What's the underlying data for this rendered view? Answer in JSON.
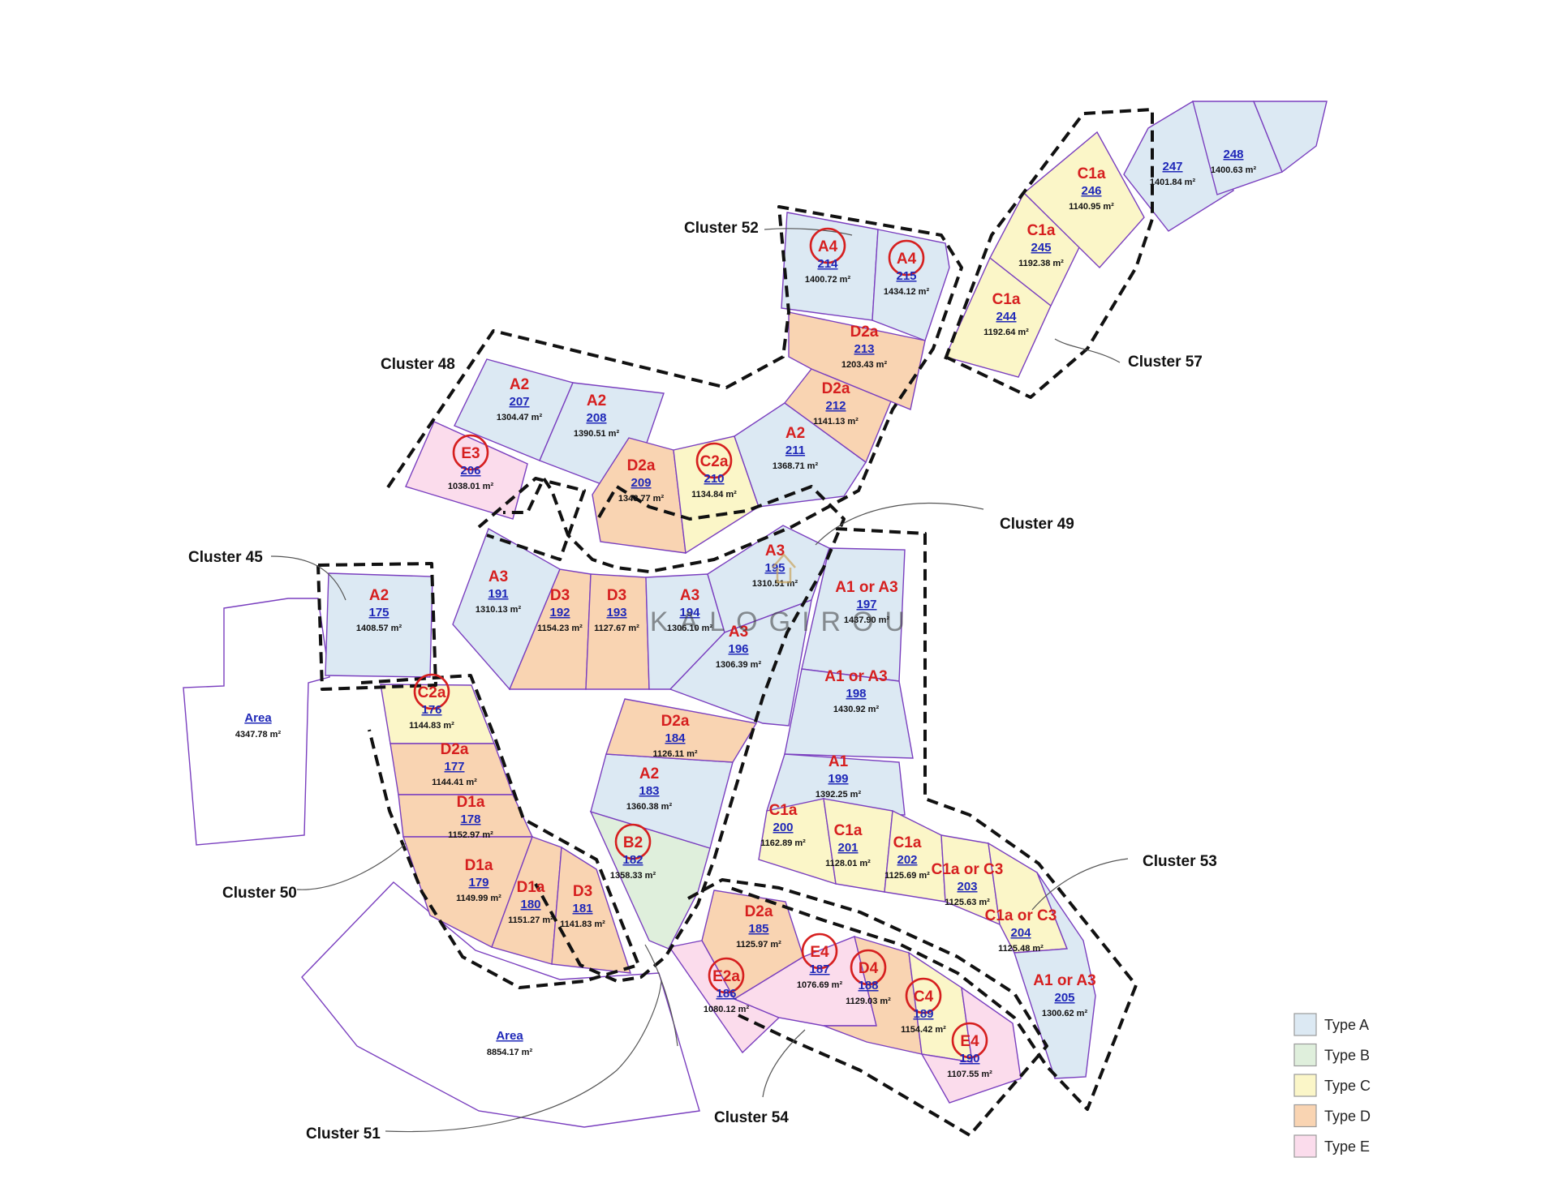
{
  "colors": {
    "type_a": "#dce9f3",
    "type_b": "#dfefdc",
    "type_c": "#fbf6c8",
    "type_d": "#f9d4b2",
    "type_e": "#fbdcec",
    "cluster_line": "#111111",
    "plot_outline": "#7a3fbf",
    "type_text": "#d61f1f",
    "number_text": "#1f28b8"
  },
  "watermark": {
    "text": "KALOGIROU",
    "icon": "house-logo-icon"
  },
  "legend": [
    {
      "label": "Type A",
      "color": "#dce9f3"
    },
    {
      "label": "Type B",
      "color": "#dfefdc"
    },
    {
      "label": "Type C",
      "color": "#fbf6c8"
    },
    {
      "label": "Type D",
      "color": "#f9d4b2"
    },
    {
      "label": "Type E",
      "color": "#fbdcec"
    }
  ],
  "clusters": [
    {
      "id": "c45",
      "label": "Cluster 45"
    },
    {
      "id": "c48",
      "label": "Cluster 48"
    },
    {
      "id": "c49",
      "label": "Cluster 49"
    },
    {
      "id": "c50",
      "label": "Cluster 50"
    },
    {
      "id": "c51",
      "label": "Cluster 51"
    },
    {
      "id": "c52",
      "label": "Cluster 52"
    },
    {
      "id": "c53",
      "label": "Cluster 53"
    },
    {
      "id": "c54",
      "label": "Cluster 54"
    },
    {
      "id": "c57",
      "label": "Cluster 57"
    }
  ],
  "areas": [
    {
      "id": "area-west",
      "label": "Area",
      "size": "4347.78 m²"
    },
    {
      "id": "area-south",
      "label": "Area",
      "size": "8854.17 m²"
    }
  ],
  "plots": [
    {
      "number": "175",
      "type": "A2",
      "size": "1408.57 m²",
      "category": "A",
      "circled": false
    },
    {
      "number": "176",
      "type": "C2a",
      "size": "1144.83 m²",
      "category": "C",
      "circled": true
    },
    {
      "number": "177",
      "type": "D2a",
      "size": "1144.41 m²",
      "category": "D",
      "circled": false
    },
    {
      "number": "178",
      "type": "D1a",
      "size": "1152.97 m²",
      "category": "D",
      "circled": false
    },
    {
      "number": "179",
      "type": "D1a",
      "size": "1149.99 m²",
      "category": "D",
      "circled": false
    },
    {
      "number": "180",
      "type": "D1a",
      "size": "1151.27 m²",
      "category": "D",
      "circled": false
    },
    {
      "number": "181",
      "type": "D3",
      "size": "1141.83 m²",
      "category": "D",
      "circled": false
    },
    {
      "number": "182",
      "type": "B2",
      "size": "1358.33 m²",
      "category": "B",
      "circled": true
    },
    {
      "number": "183",
      "type": "A2",
      "size": "1360.38 m²",
      "category": "A",
      "circled": false
    },
    {
      "number": "184",
      "type": "D2a",
      "size": "1126.11 m²",
      "category": "D",
      "circled": false
    },
    {
      "number": "185",
      "type": "D2a",
      "size": "1125.97 m²",
      "category": "D",
      "circled": false
    },
    {
      "number": "186",
      "type": "E2a",
      "size": "1080.12 m²",
      "category": "E",
      "circled": true
    },
    {
      "number": "187",
      "type": "E4",
      "size": "1076.69 m²",
      "category": "E",
      "circled": true
    },
    {
      "number": "188",
      "type": "D4",
      "size": "1129.03 m²",
      "category": "D",
      "circled": true
    },
    {
      "number": "189",
      "type": "C4",
      "size": "1154.42 m²",
      "category": "C",
      "circled": true
    },
    {
      "number": "190",
      "type": "E4",
      "size": "1107.55 m²",
      "category": "E",
      "circled": true
    },
    {
      "number": "191",
      "type": "A3",
      "size": "1310.13 m²",
      "category": "A",
      "circled": false
    },
    {
      "number": "192",
      "type": "D3",
      "size": "1154.23 m²",
      "category": "D",
      "circled": false
    },
    {
      "number": "193",
      "type": "D3",
      "size": "1127.67 m²",
      "category": "D",
      "circled": false
    },
    {
      "number": "194",
      "type": "A3",
      "size": "1306.10 m²",
      "category": "A",
      "circled": false
    },
    {
      "number": "195",
      "type": "A3",
      "size": "1310.51 m²",
      "category": "A",
      "circled": false
    },
    {
      "number": "196",
      "type": "A3",
      "size": "1306.39 m²",
      "category": "A",
      "circled": false
    },
    {
      "number": "197",
      "type": "A1 or A3",
      "size": "1437.90 m²",
      "category": "A",
      "circled": false
    },
    {
      "number": "198",
      "type": "A1 or A3",
      "size": "1430.92 m²",
      "category": "A",
      "circled": false
    },
    {
      "number": "199",
      "type": "A1",
      "size": "1392.25 m²",
      "category": "A",
      "circled": false
    },
    {
      "number": "200",
      "type": "C1a",
      "size": "1162.89 m²",
      "category": "C",
      "circled": false
    },
    {
      "number": "201",
      "type": "C1a",
      "size": "1128.01 m²",
      "category": "C",
      "circled": false
    },
    {
      "number": "202",
      "type": "C1a",
      "size": "1125.69 m²",
      "category": "C",
      "circled": false
    },
    {
      "number": "203",
      "type": "C1a or C3",
      "size": "1125.63 m²",
      "category": "C",
      "circled": false
    },
    {
      "number": "204",
      "type": "C1a or C3",
      "size": "1125.48 m²",
      "category": "C",
      "circled": false
    },
    {
      "number": "205",
      "type": "A1 or A3",
      "size": "1300.62 m²",
      "category": "A",
      "circled": false
    },
    {
      "number": "206",
      "type": "E3",
      "size": "1038.01 m²",
      "category": "E",
      "circled": true
    },
    {
      "number": "207",
      "type": "A2",
      "size": "1304.47 m²",
      "category": "A",
      "circled": false
    },
    {
      "number": "208",
      "type": "A2",
      "size": "1390.51 m²",
      "category": "A",
      "circled": false
    },
    {
      "number": "209",
      "type": "D2a",
      "size": "1348.77 m²",
      "category": "D",
      "circled": false
    },
    {
      "number": "210",
      "type": "C2a",
      "size": "1134.84 m²",
      "category": "C",
      "circled": true
    },
    {
      "number": "211",
      "type": "A2",
      "size": "1368.71 m²",
      "category": "A",
      "circled": false
    },
    {
      "number": "212",
      "type": "D2a",
      "size": "1141.13 m²",
      "category": "D",
      "circled": false
    },
    {
      "number": "213",
      "type": "D2a",
      "size": "1203.43 m²",
      "category": "D",
      "circled": false
    },
    {
      "number": "214",
      "type": "A4",
      "size": "1400.72 m²",
      "category": "A",
      "circled": true
    },
    {
      "number": "215",
      "type": "A4",
      "size": "1434.12 m²",
      "category": "A",
      "circled": true
    },
    {
      "number": "244",
      "type": "C1a",
      "size": "1192.64 m²",
      "category": "C",
      "circled": false
    },
    {
      "number": "245",
      "type": "C1a",
      "size": "1192.38 m²",
      "category": "C",
      "circled": false
    },
    {
      "number": "246",
      "type": "C1a",
      "size": "1140.95 m²",
      "category": "C",
      "circled": false
    },
    {
      "number": "247",
      "type": "",
      "size": "1401.84 m²",
      "category": "A",
      "circled": false
    },
    {
      "number": "248",
      "type": "",
      "size": "1400.63 m²",
      "category": "A",
      "circled": false
    }
  ]
}
